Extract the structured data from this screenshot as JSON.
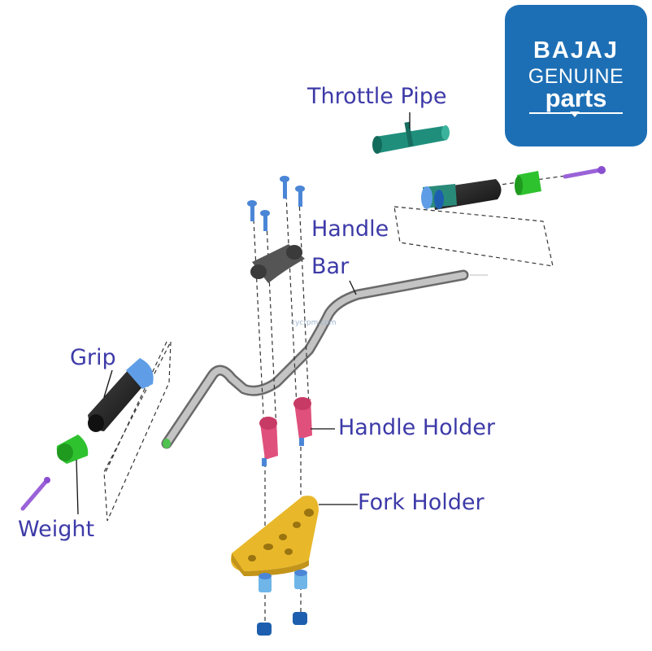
{
  "labels": {
    "throttle_pipe": "Throttle Pipe",
    "handle": "Handle",
    "bar": "Bar",
    "grip": "Grip",
    "weight": "Weight",
    "handle_holder": "Handle Holder",
    "fork_holder": "Fork Holder"
  },
  "logo": {
    "brand": "BAJAJ",
    "genuine": "GENUINE",
    "parts": "parts"
  },
  "watermark": "cycrpm.com",
  "colors": {
    "label": "#3d3aa8",
    "logo_bg": "#1d6fb5",
    "throttle": "#1f8f7c",
    "grip_black": "#222222",
    "grip_blue": "#5f9ee6",
    "weight_green": "#2fc22f",
    "bolt_purple": "#9a62d8",
    "screw_blue": "#4b86d6",
    "holder_pink": "#e0507c",
    "fork_yellow": "#e8b82a",
    "handlebar_grey": "#9a9a9a"
  }
}
